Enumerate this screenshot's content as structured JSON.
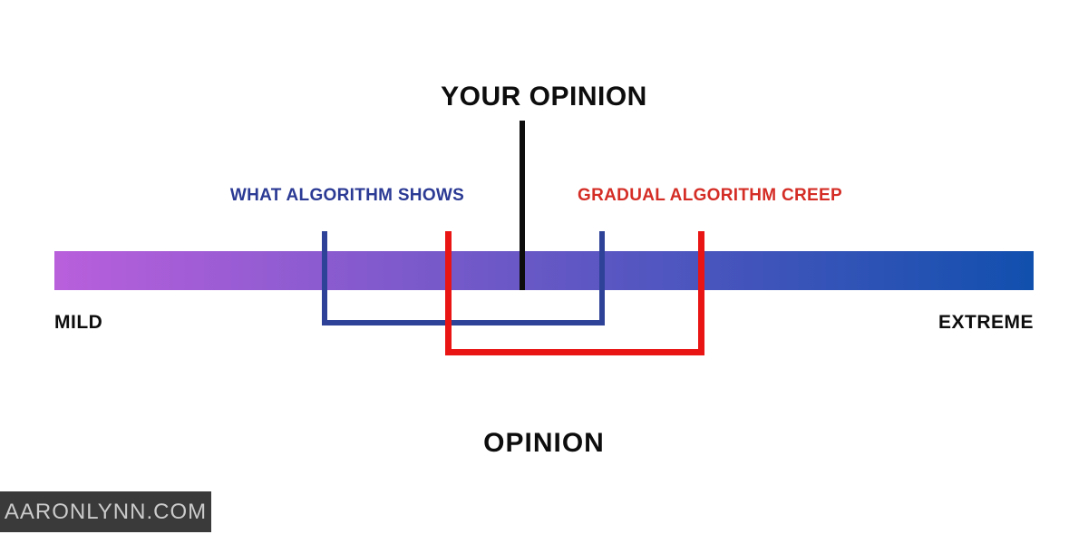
{
  "diagram": {
    "title": "YOUR OPINION",
    "axis_title": "OPINION",
    "left_label": "MILD",
    "right_label": "EXTREME"
  },
  "annotations": {
    "algorithm_shows": {
      "label": "WHAT ALGORITHM SHOWS",
      "label_color": "#2b3a94",
      "bracket_color": "#2e4398"
    },
    "algorithm_creep": {
      "label": "GRADUAL ALGORITHM CREEP",
      "label_color": "#d42d26",
      "bracket_color": "#e91414"
    }
  },
  "spectrum": {
    "gradient_start": "#b95fdc",
    "gradient_end": "#1150ae",
    "pointer_color": "#0d0d0d"
  },
  "watermark": {
    "text": "AARONLYNN.COM",
    "background": "#3a3a3a",
    "text_color": "#cbcbcb"
  }
}
